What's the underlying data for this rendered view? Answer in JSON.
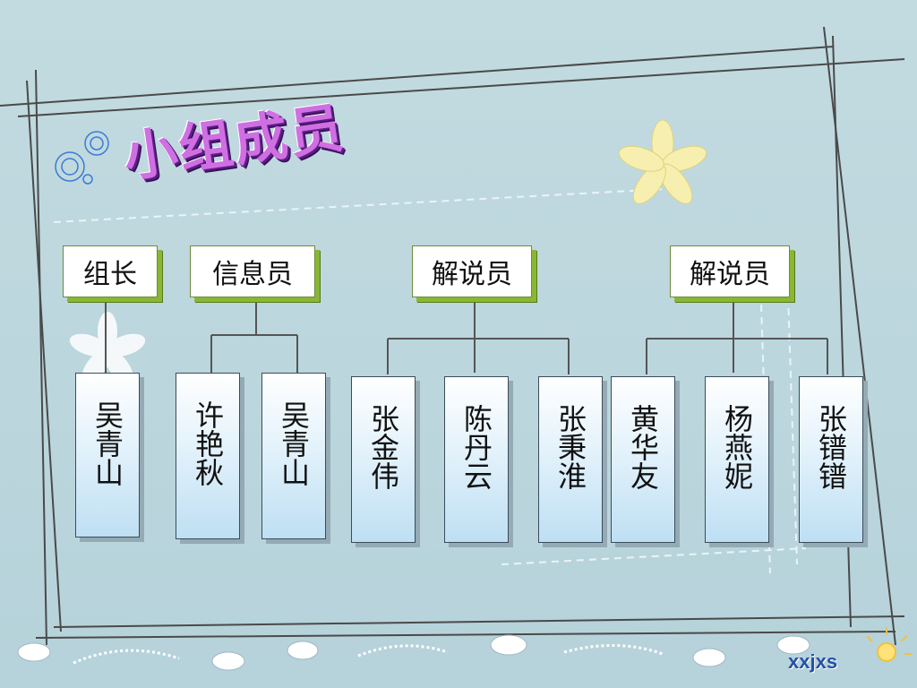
{
  "slide": {
    "title": "小组成员",
    "colors": {
      "title": "#cf6fe2",
      "role_shadow": "#8ab733",
      "connector": "#555555"
    },
    "roles": [
      {
        "label": "组长"
      },
      {
        "label": "信息员"
      },
      {
        "label": "解说员"
      },
      {
        "label": "解说员"
      }
    ],
    "members": [
      {
        "name": "吴青山"
      },
      {
        "name": "许艳秋"
      },
      {
        "name": "吴青山"
      },
      {
        "name": "张金伟"
      },
      {
        "name": "陈丹云"
      },
      {
        "name": "张秉淮"
      },
      {
        "name": "黄华友"
      },
      {
        "name": "杨燕妮"
      },
      {
        "name": "张镨镨"
      }
    ],
    "logo_text": "xxjxs"
  }
}
